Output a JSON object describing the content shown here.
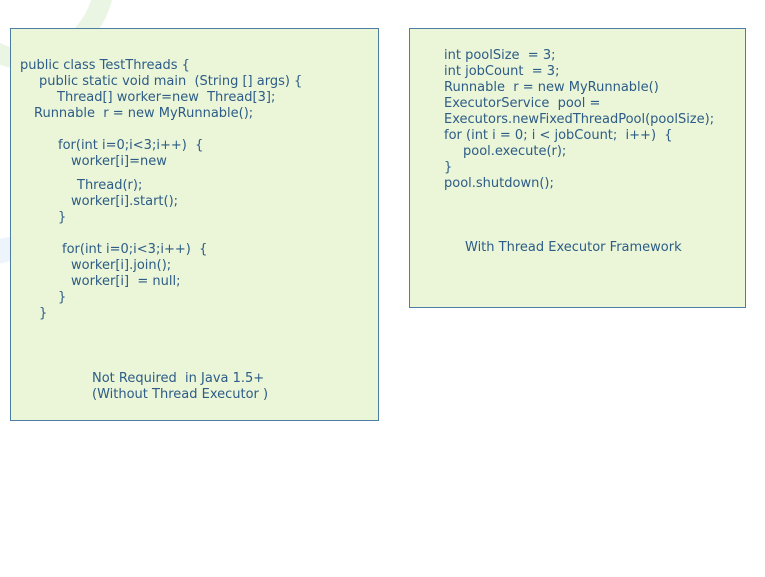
{
  "left_panel": {
    "code_lines": [
      "public class TestThreads {",
      "public static void main  (String [] args) {",
      "Thread[] worker=new  Thread[3];",
      "Runnable  r = new MyRunnable();",
      "for(int i=0;i<3;i++)  {",
      "worker[i]=new",
      "Thread(r);",
      "worker[i].start();",
      "}",
      "for(int i=0;i<3;i++)  {",
      "worker[i].join();",
      "worker[i]  = null;",
      "}",
      "}"
    ],
    "caption_lines": [
      "Not Required  in Java 1.5+",
      "(Without Thread Executor )"
    ]
  },
  "right_panel": {
    "code_lines": [
      "int poolSize  = 3;",
      "int jobCount  = 3;",
      "Runnable  r = new MyRunnable()",
      "ExecutorService  pool =",
      "Executors.newFixedThreadPool(poolSize);",
      "for (int i = 0; i < jobCount;  i++)  {",
      "pool.execute(r);",
      "}",
      "pool.shutdown();"
    ],
    "caption": "With Thread Executor Framework"
  }
}
